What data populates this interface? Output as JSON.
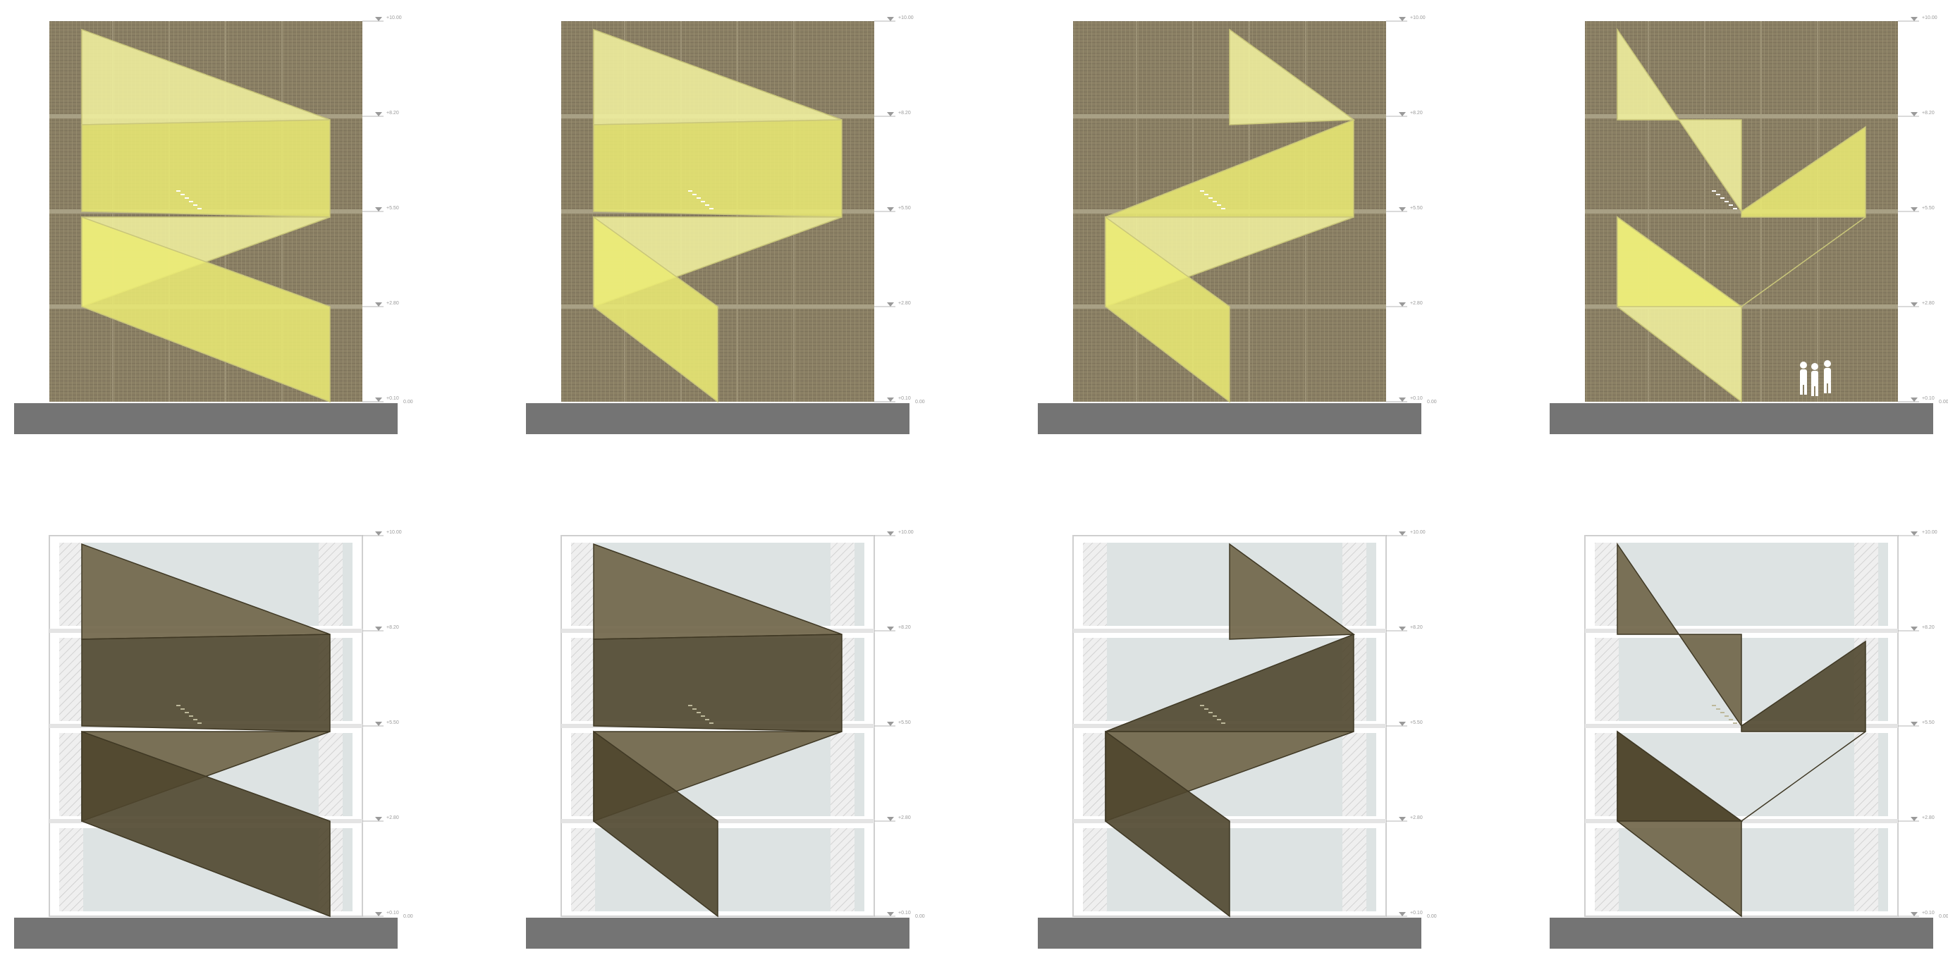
{
  "colors": {
    "background": "#ffffff",
    "facade_mesh": "#8a7f64",
    "facade_mesh_line": "#6f6650",
    "glass_yellow": "#f3f3a0",
    "glass_yellow_strong": "#ebeb73",
    "interior_glass": "#dde3e3",
    "ramp_dark": "#6e6346",
    "ramp_darker": "#4f462e",
    "hatch": "#c9c9c9",
    "ground": "#747474",
    "dim_line": "#b4b4b4"
  },
  "levels": {
    "top": "+10.00",
    "floor3": "+8.20",
    "floor2": "+5.50",
    "floor1": "+2.80",
    "ground": "+0.10",
    "ground_side": "0.00"
  },
  "rows": [
    {
      "variant": "facade",
      "label": "facade-elevations"
    },
    {
      "variant": "section",
      "label": "section-elevations"
    }
  ],
  "columns": [
    {
      "pattern": "zigzag-full"
    },
    {
      "pattern": "zigzag-half"
    },
    {
      "pattern": "zigzag-offset"
    },
    {
      "pattern": "double-chevron"
    }
  ],
  "icons": {
    "people": "people-silhouette-icon",
    "stair": "stair-icon"
  }
}
